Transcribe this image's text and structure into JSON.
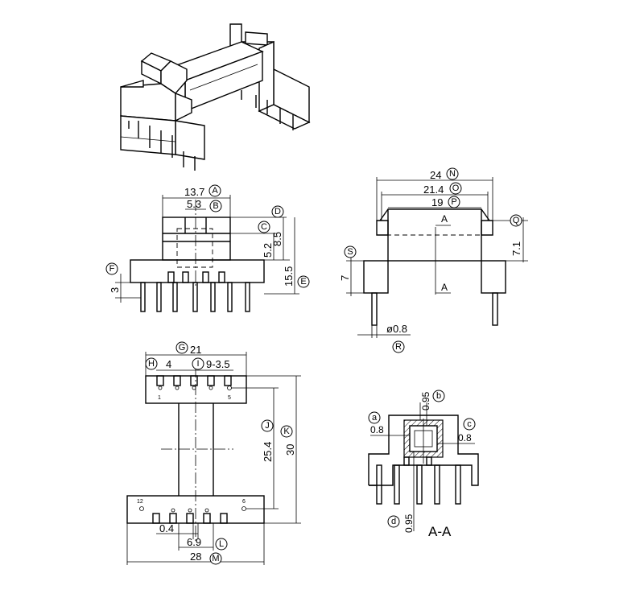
{
  "front_view": {
    "dims": {
      "width_13_7": "13.7",
      "width_5_3": "5.3",
      "h_5_2": "5.2",
      "h_8_5": "8.5",
      "h_15_5": "15.5",
      "h_3": "3"
    },
    "tags": {
      "A": "A",
      "B": "B",
      "C": "C",
      "D": "D",
      "E": "E",
      "F": "F"
    }
  },
  "side_view": {
    "dims": {
      "w_24": "24",
      "w_21_4": "21.4",
      "w_19": "19",
      "h_7_1": "7.1",
      "h_7": "7",
      "pin_dia": "ø0.8"
    },
    "section_mark": "A",
    "tags": {
      "N": "N",
      "O": "O",
      "P": "P",
      "Q": "Q",
      "S": "S",
      "R": "R"
    }
  },
  "bottom_view": {
    "dims": {
      "w_21": "21",
      "pitch_4": "4",
      "pitch_9_3_5": "9-3.5",
      "h_25_4": "25.4",
      "h_30": "30",
      "w_0_4": "0.4",
      "w_6_9": "6.9",
      "w_28": "28"
    },
    "pin_labels": {
      "p1": "1",
      "p5": "5",
      "p12": "12",
      "p6": "6"
    },
    "tags": {
      "G": "G",
      "H": "H",
      "I": "I",
      "J": "J",
      "K": "K",
      "L": "L",
      "M": "M"
    }
  },
  "section_view": {
    "title": "A-A",
    "dims": {
      "t_top": "0.95",
      "t_left": "0.8",
      "t_right": "0.8",
      "t_bottom": "0.95"
    },
    "tags": {
      "a": "a",
      "b": "b",
      "c": "c",
      "d": "d"
    }
  }
}
